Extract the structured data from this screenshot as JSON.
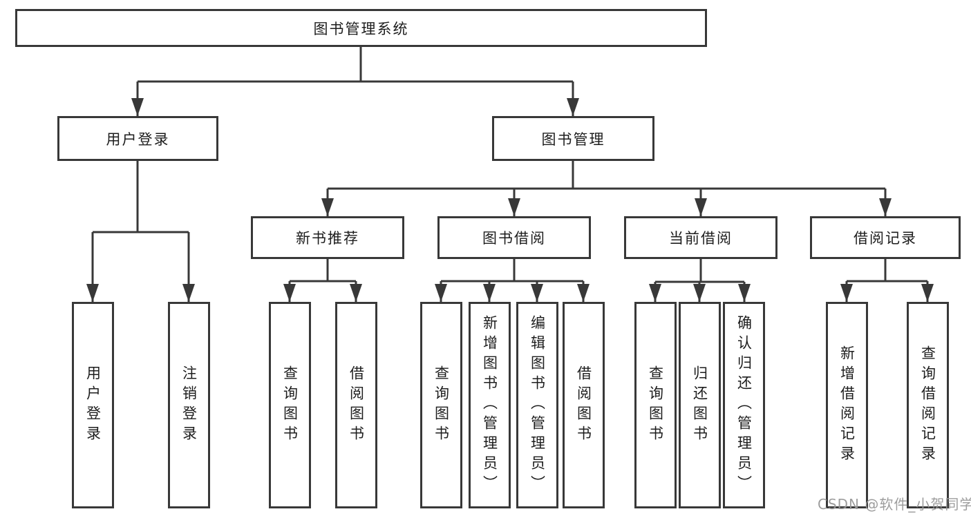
{
  "diagram_title": "图书管理系统",
  "tree": {
    "root": {
      "label": "图书管理系统"
    },
    "level2": [
      {
        "label": "用户登录",
        "children": [
          "用户登录",
          "注销登录"
        ]
      },
      {
        "label": "图书管理",
        "sections": [
          {
            "label": "新书推荐",
            "children": [
              "查询图书",
              "借阅图书"
            ]
          },
          {
            "label": "图书借阅",
            "children": [
              "查询图书",
              "新增图书（管理员）",
              "编辑图书（管理员）",
              "借阅图书"
            ]
          },
          {
            "label": "当前借阅",
            "children": [
              "查询图书",
              "归还图书",
              "确认归还（管理员）"
            ]
          },
          {
            "label": "借阅记录",
            "children": [
              "新增借阅记录",
              "查询借阅记录"
            ]
          }
        ]
      }
    ]
  },
  "watermark": {
    "text": "CSDN @软件_小贺同学"
  },
  "colors": {
    "line": "#383838",
    "box_border": "#383838",
    "text": "#1d1d1d",
    "background": "#ffffff",
    "watermark": "#989898"
  }
}
